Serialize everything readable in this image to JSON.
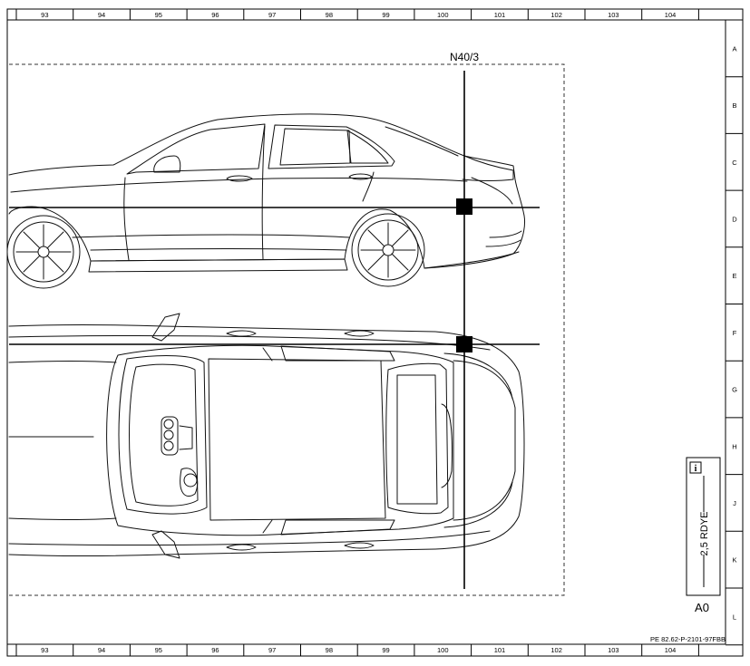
{
  "title_block": {
    "columns": [
      "93",
      "94",
      "95",
      "96",
      "97",
      "98",
      "99",
      "100",
      "101",
      "102",
      "103",
      "104"
    ],
    "rows": [
      "A",
      "B",
      "C",
      "D",
      "E",
      "F",
      "G",
      "H",
      "J",
      "K",
      "L"
    ]
  },
  "diagram": {
    "component_label": "N40/3",
    "wire_label": "2,5 RDYE",
    "connector_label": "A0",
    "info_icon": "i",
    "document_number": "PE 82.62-P-2101-97FBB"
  },
  "icons": {
    "info": "info-icon",
    "component_marker": "square-marker-icon"
  },
  "colors": {
    "line": "#111111",
    "marker": "#000000",
    "background": "#ffffff"
  }
}
